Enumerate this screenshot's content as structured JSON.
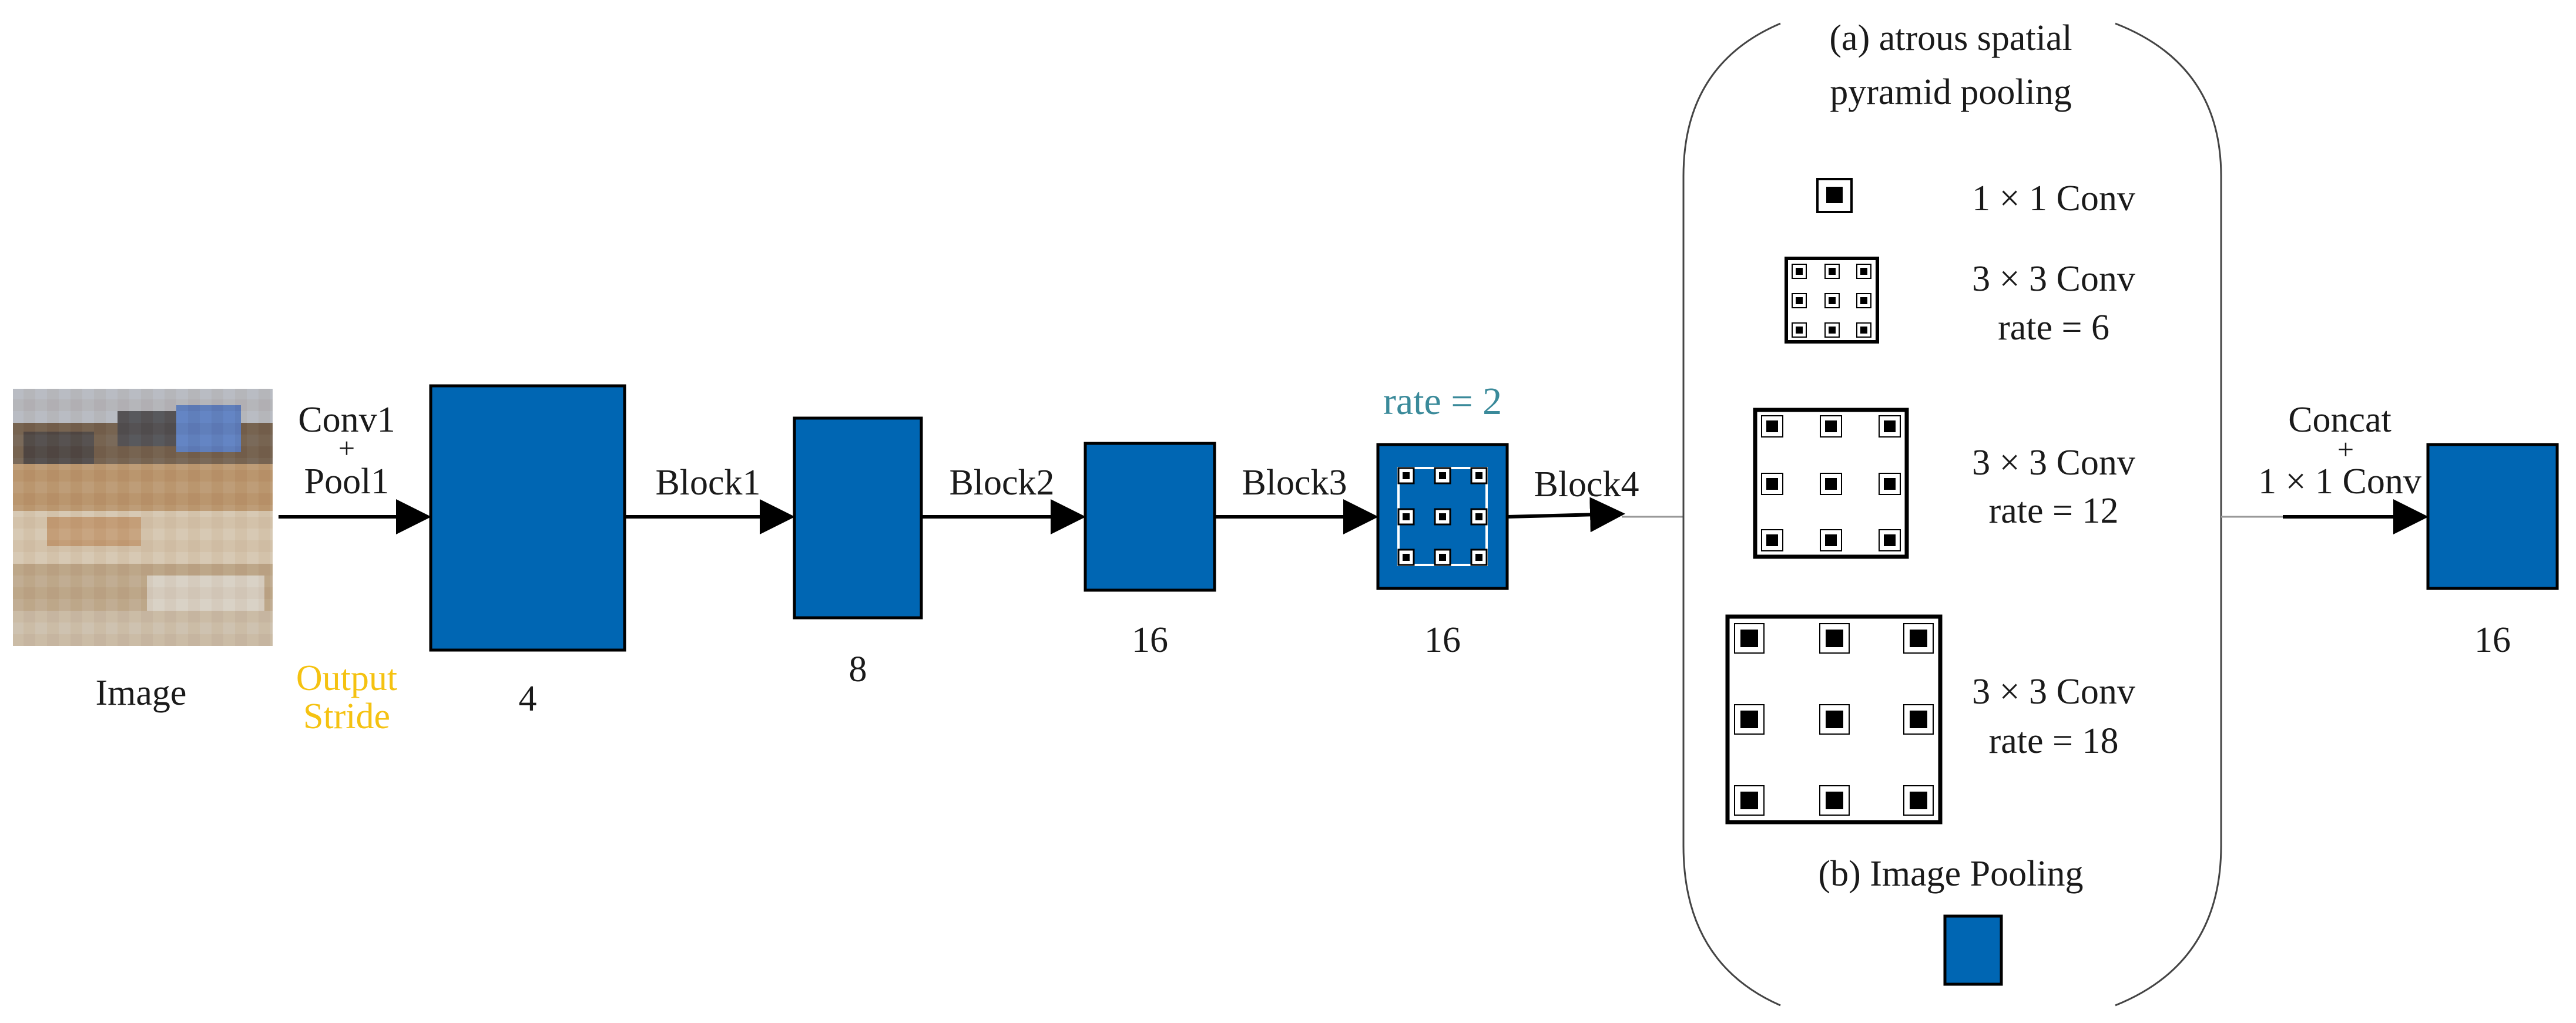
{
  "image": {
    "label": "Image"
  },
  "output_stride": {
    "line1": "Output",
    "line2": "Stride"
  },
  "arrows": {
    "conv1": "Conv1",
    "plus": "+",
    "pool1": "Pool1",
    "block1": "Block1",
    "block2": "Block2",
    "block3": "Block3",
    "block4": "Block4",
    "concat": "Concat",
    "conv1x1": "1 × 1 Conv"
  },
  "strides": {
    "after_pool1": "4",
    "after_block1": "8",
    "after_block2": "16",
    "after_block3": "16",
    "final": "16"
  },
  "atrous_rate_label": "rate = 2",
  "aspp": {
    "title_line1": "(a) atrous spatial",
    "title_line2": "pyramid pooling",
    "conv1x1": "1 × 1 Conv",
    "conv3x3_a": "3 × 3 Conv",
    "rate_a": "rate = 6",
    "conv3x3_b": "3 × 3 Conv",
    "rate_b": "rate = 12",
    "conv3x3_c": "3 × 3 Conv",
    "rate_c": "rate = 18",
    "image_pooling": "(b) Image Pooling"
  },
  "colors": {
    "feature_map": "#0066b3",
    "output_stride_text": "#f5c211",
    "rate_text": "#3a8a9a",
    "line": "#000000"
  }
}
